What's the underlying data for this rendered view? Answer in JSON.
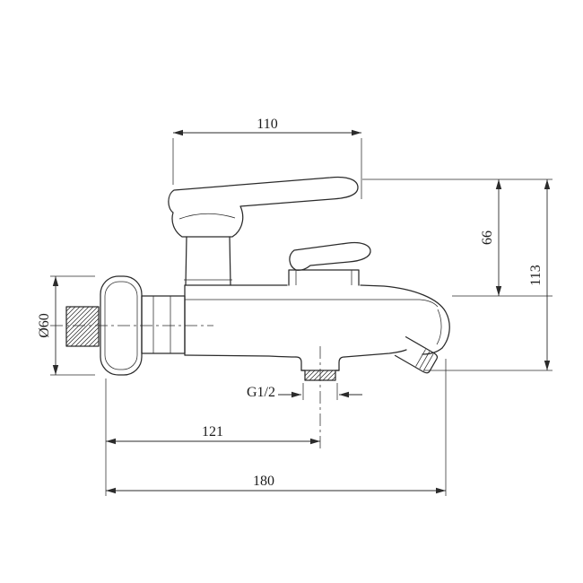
{
  "canvas": {
    "background": "#ffffff",
    "line_color": "#2b2b2b"
  },
  "drawing": {
    "dimensions": {
      "top_width": "110",
      "handle_to_body_height": "66",
      "overall_height": "113",
      "escutcheon_diameter": "Ø60",
      "outlet_thread": "G1/2",
      "wall_to_outlet_center": "121",
      "overall_length": "180"
    }
  }
}
